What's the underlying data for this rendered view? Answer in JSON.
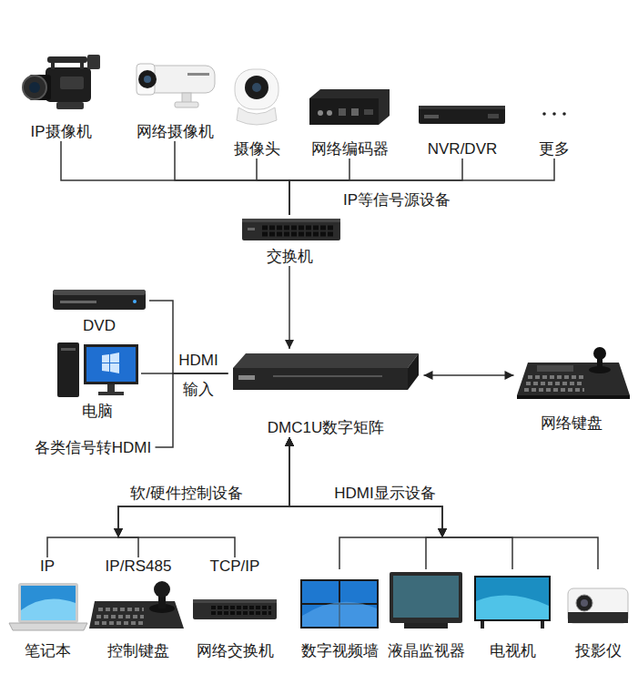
{
  "diagram": {
    "nodes": [
      {
        "text": [
          "IP摄像机"
        ]
      },
      {
        "text": [
          "网络摄像机"
        ]
      },
      {
        "text": [
          "摄像头"
        ]
      },
      {
        "text": [
          "网络编码器"
        ]
      },
      {
        "text": [
          "NVR/DVR"
        ]
      },
      {
        "text": [
          "更多"
        ]
      },
      {
        "text": [
          "交换机"
        ]
      },
      {
        "text": [
          "DVD"
        ]
      },
      {
        "text": [
          "电脑"
        ]
      },
      {
        "text": [
          "各类信号转HDMI"
        ]
      },
      {
        "text": [
          "DMC1U数字矩阵"
        ]
      },
      {
        "text": [
          "网络键盘"
        ]
      },
      {
        "text": [
          "IP",
          "笔记本"
        ]
      },
      {
        "text": [
          "IP/RS485",
          "控制键盘"
        ]
      },
      {
        "text": [
          "TCP/IP",
          "网络交换机"
        ]
      },
      {
        "text": [
          "数字视频墙"
        ]
      },
      {
        "text": [
          "液晶监视器"
        ]
      },
      {
        "text": [
          "电视机"
        ]
      },
      {
        "text": [
          "投影仪"
        ]
      }
    ],
    "edges": [
      {
        "from": 0,
        "to": 6,
        "arrow": "none"
      },
      {
        "from": 1,
        "to": 6,
        "arrow": "none"
      },
      {
        "from": 2,
        "to": 6,
        "arrow": "none"
      },
      {
        "from": 3,
        "to": 6,
        "arrow": "none"
      },
      {
        "from": 4,
        "to": 6,
        "arrow": "none"
      },
      {
        "from": 5,
        "to": 6,
        "arrow": "none"
      },
      {
        "from": 6,
        "to": 10,
        "arrow": "to"
      },
      {
        "from": 7,
        "to": 10,
        "arrow": "none"
      },
      {
        "from": 8,
        "to": 10,
        "arrow": "none"
      },
      {
        "from": 9,
        "to": 10,
        "arrow": "none"
      },
      {
        "from": 10,
        "to": 11,
        "arrow": "both"
      },
      {
        "from": 10,
        "to": 12,
        "arrow": "both"
      },
      {
        "from": 10,
        "to": 13,
        "arrow": "both"
      },
      {
        "from": 10,
        "to": 14,
        "arrow": "both"
      },
      {
        "from": 10,
        "to": 15,
        "arrow": "both"
      },
      {
        "from": 10,
        "to": 16,
        "arrow": "both"
      },
      {
        "from": 10,
        "to": 17,
        "arrow": "both"
      },
      {
        "from": 10,
        "to": 18,
        "arrow": "both"
      }
    ],
    "labels": [
      "IP等信号源设备",
      "HDMI",
      "输入",
      "软/硬件控制设备",
      "HDMI显示设备"
    ]
  }
}
